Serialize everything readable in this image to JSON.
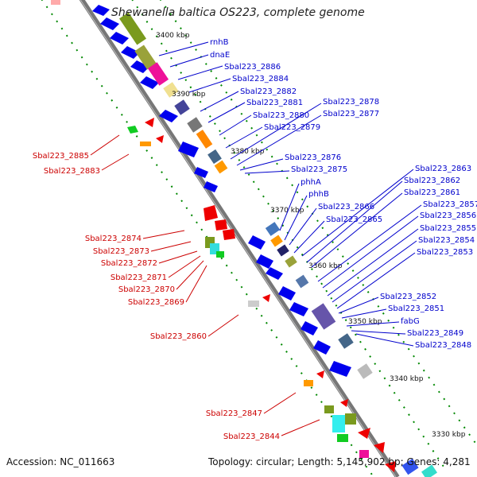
{
  "title": "Shewanella baltica OS223, complete genome",
  "footer": {
    "accession": "Accession: NC_011663",
    "stats": "Topology: circular; Length: 5,145,902 bp; Genes: 4,281"
  },
  "colors": {
    "forward_gene": "#0000ee",
    "reverse_gene": "#ee0000",
    "backbone": "#888888",
    "dotted_track": "#008800",
    "label_forward": "#0000cc",
    "label_reverse": "#cc0000"
  },
  "ticks": [
    "3400 kbp",
    "3390 kbp",
    "3380 kbp",
    "3370 kbp",
    "3360 kbp",
    "3350 kbp",
    "3340 kbp",
    "3330 kbp"
  ],
  "labels_forward": [
    "rnhB",
    "dnaE",
    "Sbal223_2886",
    "Sbal223_2884",
    "Sbal223_2882",
    "Sbal223_2881",
    "Sbal223_2880",
    "Sbal223_2879",
    "Sbal223_2878",
    "Sbal223_2877",
    "Sbal223_2876",
    "Sbal223_2875",
    "phhA",
    "phhB",
    "Sbal223_2866",
    "Sbal223_2865",
    "Sbal223_2863",
    "Sbal223_2862",
    "Sbal223_2861",
    "Sbal223_2857",
    "Sbal223_2856",
    "Sbal223_2855",
    "Sbal223_2854",
    "Sbal223_2853",
    "Sbal223_2852",
    "Sbal223_2851",
    "fabG",
    "Sbal223_2849",
    "Sbal223_2848"
  ],
  "labels_reverse": [
    "Sbal223_2885",
    "Sbal223_2883",
    "Sbal223_2874",
    "Sbal223_2873",
    "Sbal223_2872",
    "Sbal223_2871",
    "Sbal223_2870",
    "Sbal223_2869",
    "Sbal223_2860",
    "Sbal223_2847",
    "Sbal223_2844"
  ]
}
